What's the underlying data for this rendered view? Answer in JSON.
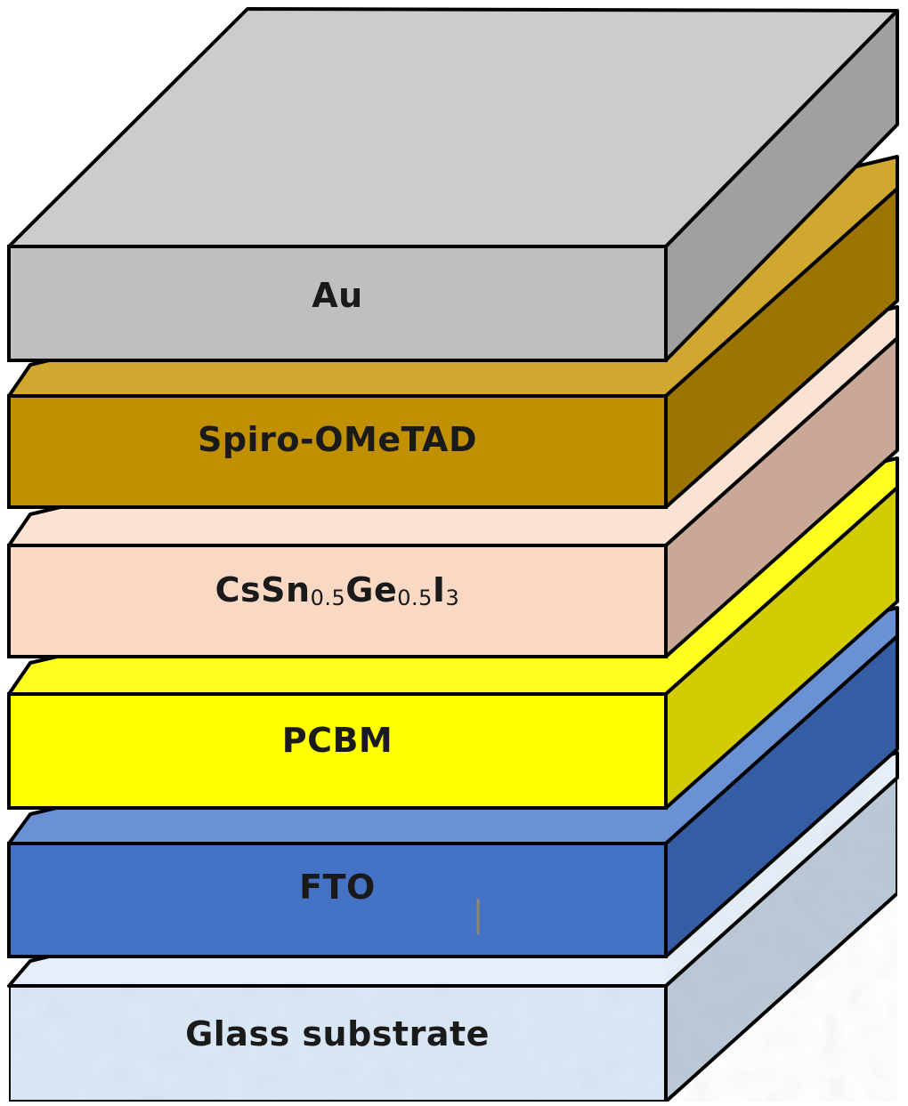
{
  "diagram": {
    "type": "layer-stack",
    "description": "Perovskite solar cell device structure (3D stacked layers)",
    "layers": [
      {
        "name": "Au",
        "front": "#bfbfbf",
        "top": "#cccccc",
        "side": "#a0a0a0"
      },
      {
        "name": "Spiro-OMeTAD",
        "front": "#c09000",
        "top": "#d0a830",
        "side": "#9c7400"
      },
      {
        "name": "CsSn0.5Ge0.5I3",
        "base": "CsSn",
        "sub1": "0.5",
        "mid": "Ge",
        "sub2": "0.5",
        "tail": "I",
        "sub3": "3",
        "front": "#f9d9c4",
        "top": "#fbe2d2",
        "side": "#c9a898"
      },
      {
        "name": "PCBM",
        "front": "#ffff00",
        "top": "#ffff20",
        "side": "#d2cc00"
      },
      {
        "name": "FTO",
        "front": "#4472c4",
        "top": "#6a91d4",
        "side": "#355da3"
      },
      {
        "name": "Glass substrate",
        "front": "#dbe8f6",
        "top": "#e6eff9",
        "side": "#bccad8"
      }
    ],
    "stroke": "#000000"
  }
}
